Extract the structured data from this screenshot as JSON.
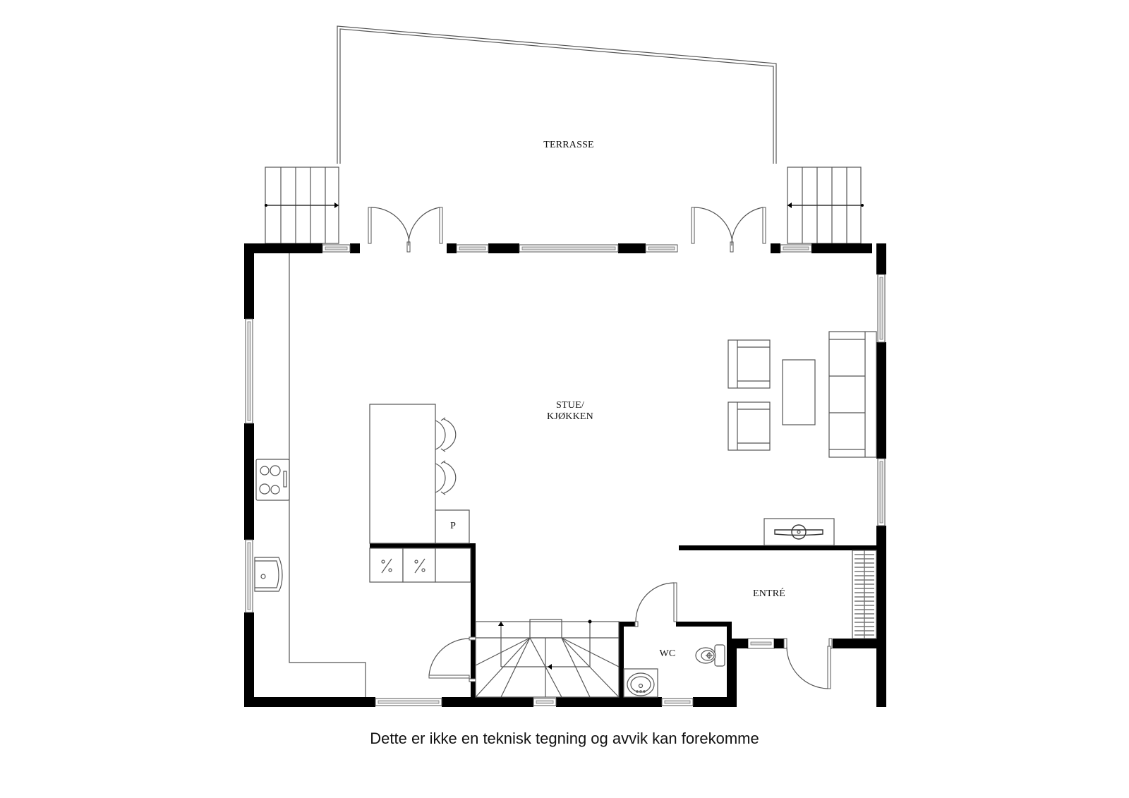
{
  "plan": {
    "rooms": [
      {
        "id": "terrasse",
        "label": "TERRASSE"
      },
      {
        "id": "stue-kjokken",
        "label_line1": "STUE/",
        "label_line2": "KJØKKEN"
      },
      {
        "id": "entre",
        "label": "ENTRÉ"
      },
      {
        "id": "wc",
        "label": "WC"
      }
    ],
    "fixtures": {
      "pantry_label": "P"
    },
    "icons": [
      "stair-arrow-icon",
      "door-swing-icon",
      "window-icon",
      "stove-icon",
      "sink-icon",
      "toilet-icon",
      "washbasin-icon",
      "sofa-icon",
      "armchair-icon",
      "coffee-table-icon",
      "fireplace-icon",
      "shoe-rack-icon",
      "bar-stool-icon"
    ],
    "colors": {
      "wall": "#000000",
      "line": "#555555",
      "background": "#ffffff"
    }
  },
  "footer": {
    "disclaimer": "Dette er ikke en teknisk tegning og avvik kan forekomme"
  }
}
